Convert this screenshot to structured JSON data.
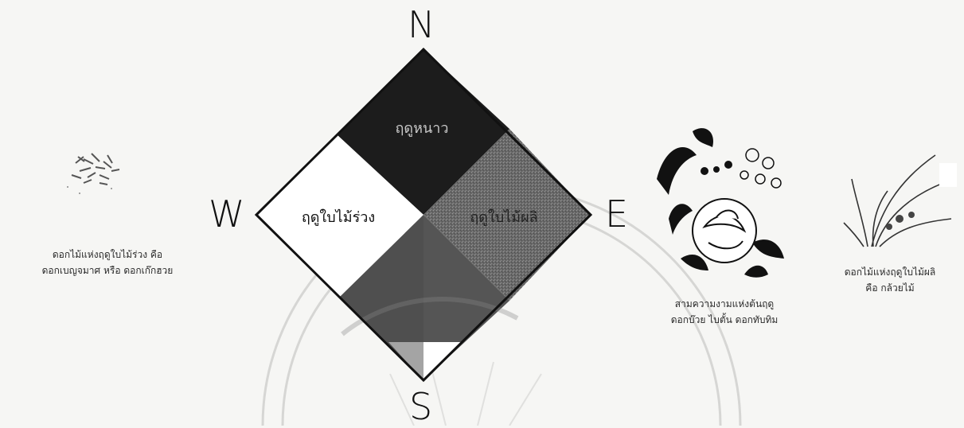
{
  "compass": {
    "north": "N",
    "south": "S",
    "east": "E",
    "west": "W"
  },
  "quadrants": {
    "top": "ฤดูหนาว",
    "left": "ฤดูใบไม้ร่วง",
    "right": "ฤดูใบไม้ผลิ"
  },
  "captions": {
    "left_flower": [
      "ดอกไม้แห่งฤดูใบไม้ร่วง คือ",
      "ดอกเบญจมาศ หรือ ดอกเก๊กฮวย"
    ],
    "center_right_flower": [
      "สามความงามแห่งต้นฤดู",
      "ดอกบ๊วย ไบตั้น ดอกทับทิม"
    ],
    "right_flower": [
      "ดอกไม้แห่งฤดูใบไม้ผลิ",
      "คือ กล้วยไม้"
    ]
  }
}
